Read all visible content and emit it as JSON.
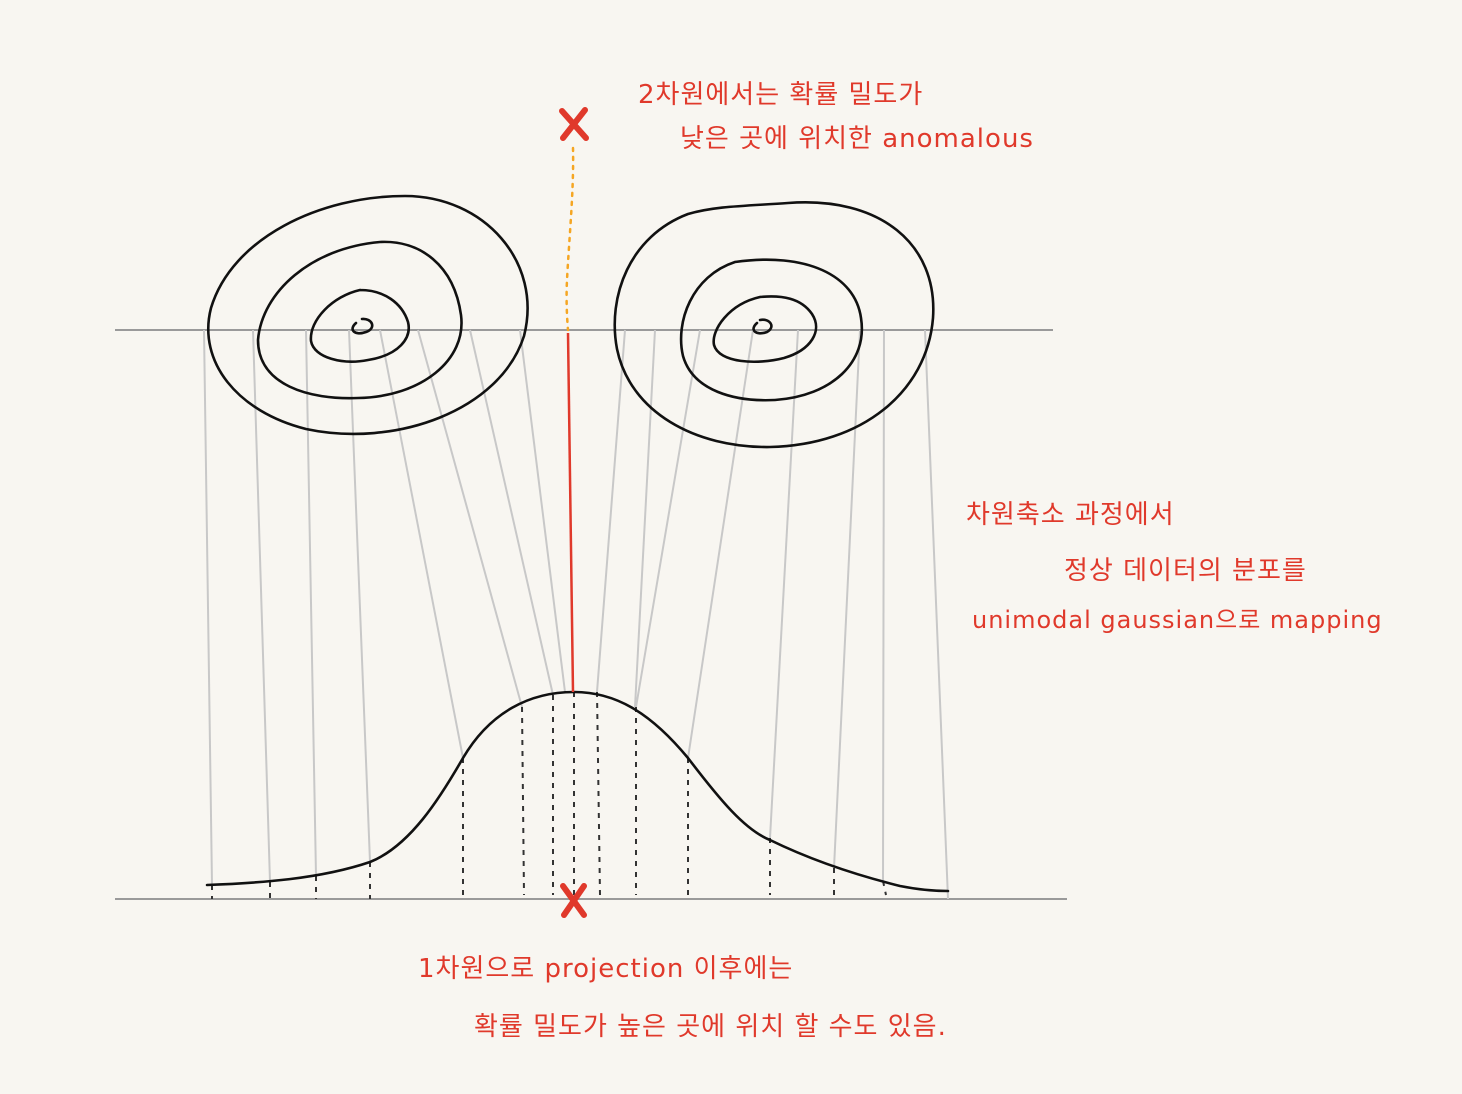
{
  "colors": {
    "background": "#f8f6f1",
    "annotation": "#e0392b",
    "anomaly_path": "#f5a623",
    "contour": "#111111",
    "axis": "#9a9a9a",
    "projection": "#c8c8c8"
  },
  "annotations": {
    "top_line1": "2차원에서는 확률 밀도가",
    "top_line2": "낮은 곳에 위치한 anomalous",
    "right_line1": "차원축소 과정에서",
    "right_line2": "정상 데이터의 분포를",
    "right_line3": "unimodal gaussian으로 mapping",
    "bottom_line1": "1차원으로 projection 이후에는",
    "bottom_line2": "확률 밀도가 높은 곳에 위치 할 수도 있음."
  },
  "markers": {
    "anomaly_2d": "cross-icon",
    "anomaly_1d": "cross-icon"
  }
}
